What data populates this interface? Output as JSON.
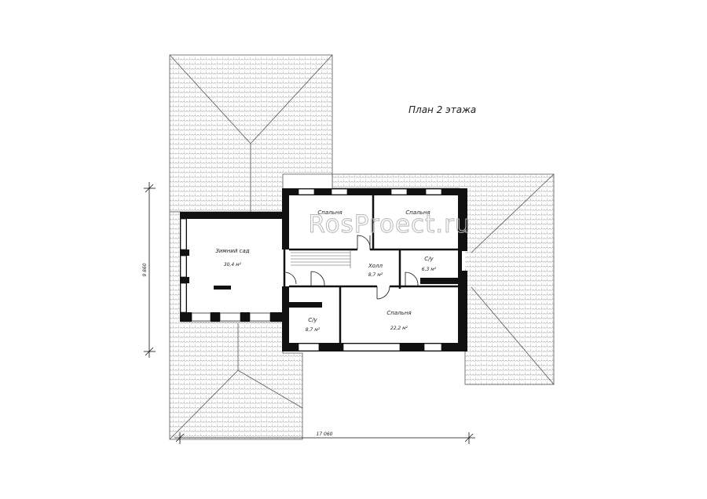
{
  "plan": {
    "title": "План 2 этажа",
    "watermark": "RosProect.ru",
    "dim_width": "17 060",
    "dim_height": "9 860"
  },
  "rooms": [
    {
      "name": "Зимний сад",
      "area": "30,4 м²"
    },
    {
      "name": "Спальня",
      "area": ""
    },
    {
      "name": "Спальня",
      "area": ""
    },
    {
      "name": "Холл",
      "area": "8,7 м²"
    },
    {
      "name": "С/у",
      "area": "6,3 м²"
    },
    {
      "name": "С/у",
      "area": "8,7 м²"
    },
    {
      "name": "Спальня",
      "area": "22,2 м²"
    }
  ]
}
